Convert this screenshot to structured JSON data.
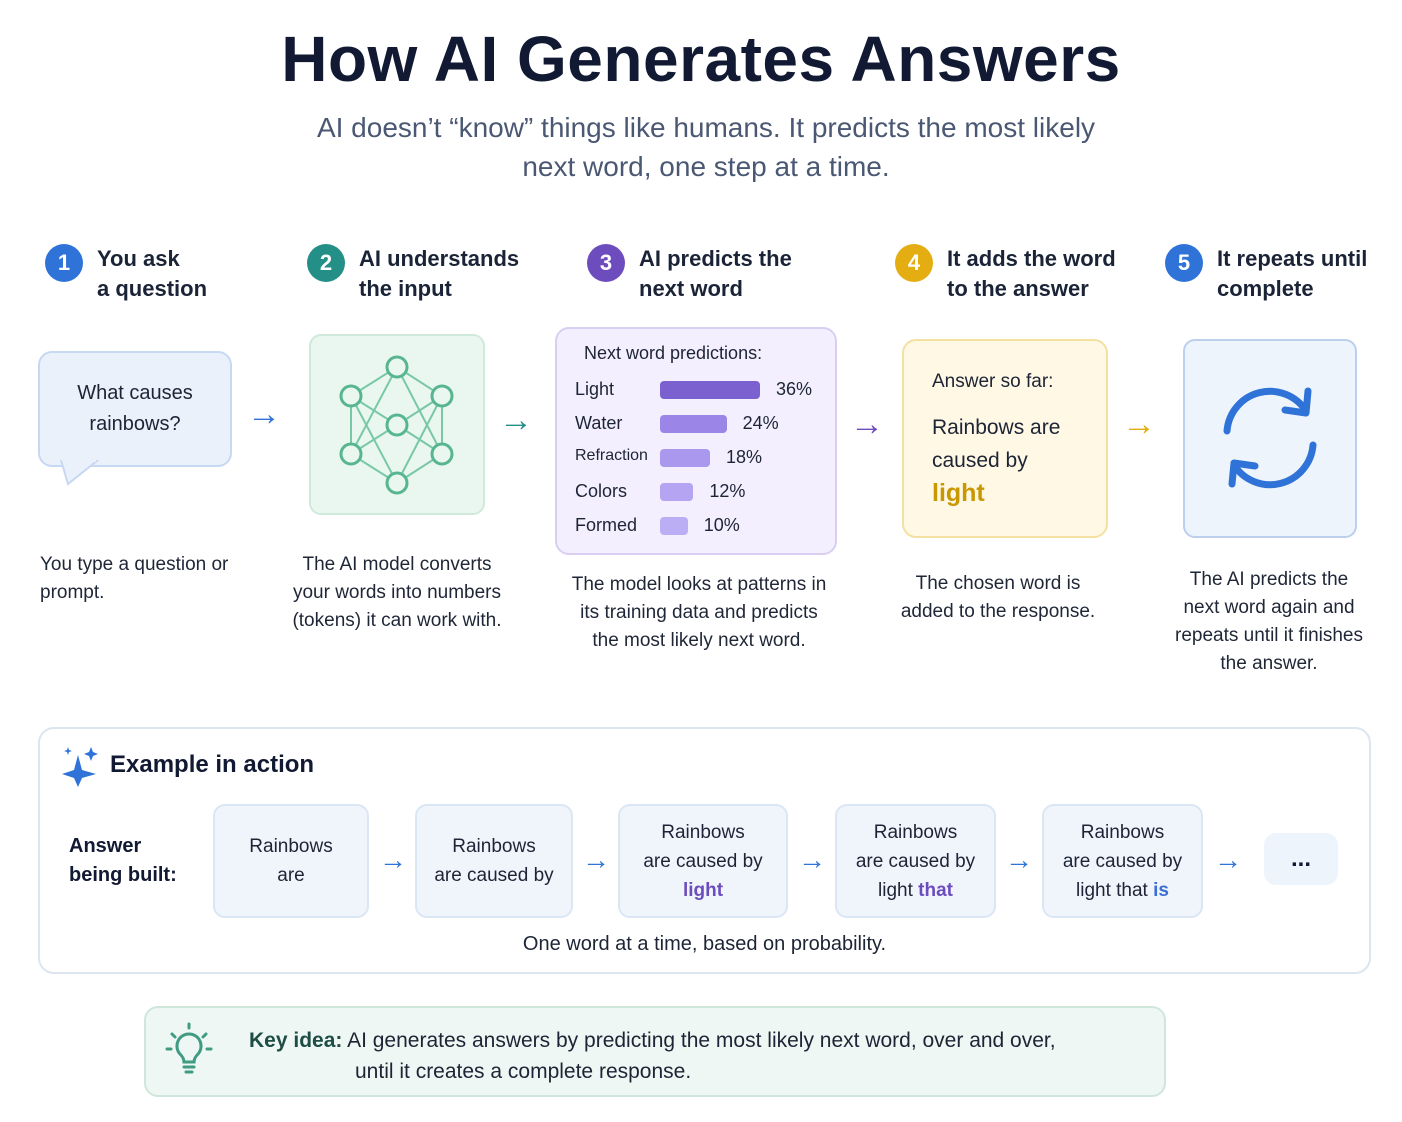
{
  "header": {
    "title": "How AI Generates Answers",
    "subtitle": "AI doesn’t “know” things like humans. It predicts the most likely next word, one step at a time."
  },
  "colors": {
    "step1": "#2f73d8",
    "step2": "#248f87",
    "step3": "#6d4dbd",
    "step4": "#e4ad12",
    "step5": "#2f73d8"
  },
  "steps": [
    {
      "number": "1",
      "title_line1": "You ask",
      "title_line2": "a question",
      "description": "You type a question or prompt."
    },
    {
      "number": "2",
      "title_line1": "AI understands",
      "title_line2": "the input",
      "description": "The AI model converts your words into numbers (tokens) it can work with."
    },
    {
      "number": "3",
      "title_line1": "AI predicts the",
      "title_line2": "next word",
      "description": "The model looks at patterns in its training data and predicts the most likely next word."
    },
    {
      "number": "4",
      "title_line1": "It adds the word",
      "title_line2": "to the answer",
      "description": "The chosen word is added to the response."
    },
    {
      "number": "5",
      "title_line1": "It repeats until",
      "title_line2": "complete",
      "description": "The AI predicts the next word again and repeats until it finishes the answer."
    }
  ],
  "question_bubble": {
    "line1": "What causes",
    "line2": "rainbows?"
  },
  "prediction_panel": {
    "title": "Next word predictions:"
  },
  "chart_data": {
    "type": "bar",
    "title": "Next word predictions:",
    "categories": [
      "Light",
      "Water",
      "Refraction",
      "Colors",
      "Formed"
    ],
    "values": [
      36,
      24,
      18,
      12,
      10
    ],
    "value_labels": [
      "36%",
      "24%",
      "18%",
      "12%",
      "10%"
    ],
    "xlim": [
      0,
      36
    ],
    "orientation": "horizontal",
    "grid": false
  },
  "answer_panel": {
    "label": "Answer so far:",
    "line1": "Rainbows are",
    "line2": "caused by",
    "chosen_word": "light"
  },
  "example": {
    "title": "Example in action",
    "label_line1": "Answer",
    "label_line2": "being built:",
    "cards": [
      {
        "line1": "Rainbows",
        "line2": "are",
        "line3": "",
        "highlight": ""
      },
      {
        "line1": "Rainbows",
        "line2": "are caused by",
        "line3": "",
        "highlight": ""
      },
      {
        "line1": "Rainbows",
        "line2": "are caused by",
        "line3": "",
        "highlight": "light"
      },
      {
        "line1": "Rainbows",
        "line2": "are caused by",
        "line3": "light ",
        "highlight": "that"
      },
      {
        "line1": "Rainbows",
        "line2": "are caused by",
        "line3": "light that ",
        "highlight": "is"
      }
    ],
    "more": "...",
    "caption": "One word at a time, based on probability."
  },
  "key_idea": {
    "label": "Key idea:",
    "line1": "AI generates answers by predicting the most likely next word, over and over,",
    "line2": "until it creates a complete response."
  },
  "icons": [
    "neural-network-icon",
    "repeat-cycle-icon",
    "sparkles-icon",
    "lightbulb-icon",
    "arrow-right-icon"
  ]
}
